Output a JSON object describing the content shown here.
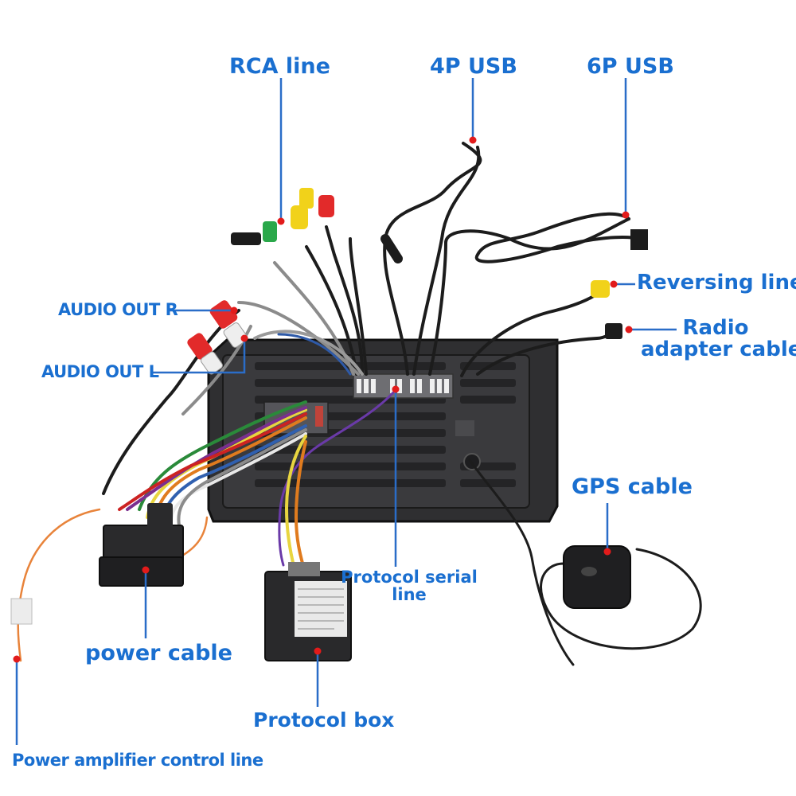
{
  "labels": {
    "rca_line": "RCA line",
    "usb_4p": "4P USB",
    "usb_6p": "6P USB",
    "reversing_line": "Reversing line",
    "radio_adapter_line1": "Radio",
    "radio_adapter_line2": "adapter cable",
    "audio_out_r": "AUDIO OUT R",
    "audio_out_l": "AUDIO OUT L",
    "gps_cable": "GPS cable",
    "protocol_serial_line1": "Protocol serial",
    "protocol_serial_line2": "line",
    "power_cable": "power cable",
    "protocol_box": "Protocol box",
    "power_amp_control": "Power amplifier control line"
  },
  "colors": {
    "label": "#1a6fd0",
    "leader": "#2a6dc8",
    "dot": "#e21b1b",
    "unit_body": "#2b2b2d",
    "cable": "#1c1c1c"
  }
}
